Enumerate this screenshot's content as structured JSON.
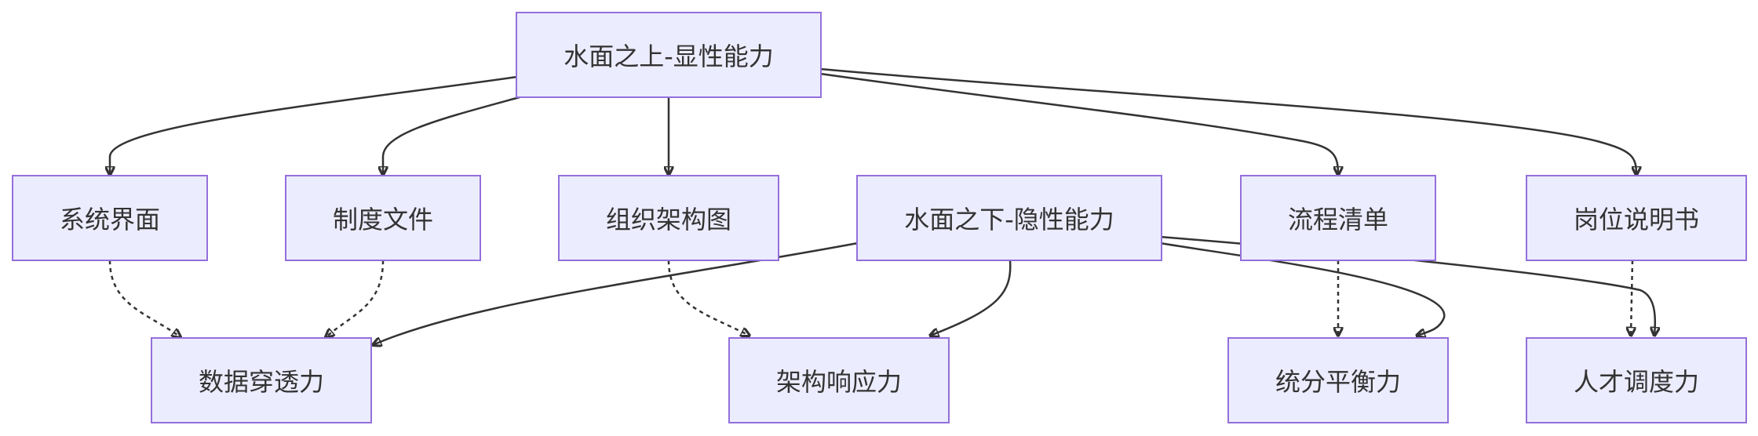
{
  "diagram": {
    "nodes": {
      "above": "水面之上-显性能力",
      "system_ui": "系统界面",
      "policy_docs": "制度文件",
      "org_chart": "组织架构图",
      "below": "水面之下-隐性能力",
      "process_list": "流程清单",
      "job_desc": "岗位说明书",
      "data_penetration": "数据穿透力",
      "org_response": "架构响应力",
      "coordination_balance": "统分平衡力",
      "talent_dispatch": "人才调度力"
    },
    "edges": [
      {
        "from": "above",
        "to": "system_ui",
        "style": "solid"
      },
      {
        "from": "above",
        "to": "policy_docs",
        "style": "solid"
      },
      {
        "from": "above",
        "to": "org_chart",
        "style": "solid"
      },
      {
        "from": "above",
        "to": "process_list",
        "style": "solid"
      },
      {
        "from": "above",
        "to": "job_desc",
        "style": "solid"
      },
      {
        "from": "below",
        "to": "data_penetration",
        "style": "solid"
      },
      {
        "from": "below",
        "to": "org_response",
        "style": "solid"
      },
      {
        "from": "below",
        "to": "coordination_balance",
        "style": "solid"
      },
      {
        "from": "below",
        "to": "talent_dispatch",
        "style": "solid"
      },
      {
        "from": "system_ui",
        "to": "data_penetration",
        "style": "dashed"
      },
      {
        "from": "policy_docs",
        "to": "data_penetration",
        "style": "dashed"
      },
      {
        "from": "org_chart",
        "to": "org_response",
        "style": "dashed"
      },
      {
        "from": "process_list",
        "to": "coordination_balance",
        "style": "dashed"
      },
      {
        "from": "job_desc",
        "to": "talent_dispatch",
        "style": "dashed"
      }
    ],
    "colors": {
      "node_fill": "#ececff",
      "node_border": "#9370db",
      "edge": "#333333",
      "text": "#333333"
    }
  }
}
